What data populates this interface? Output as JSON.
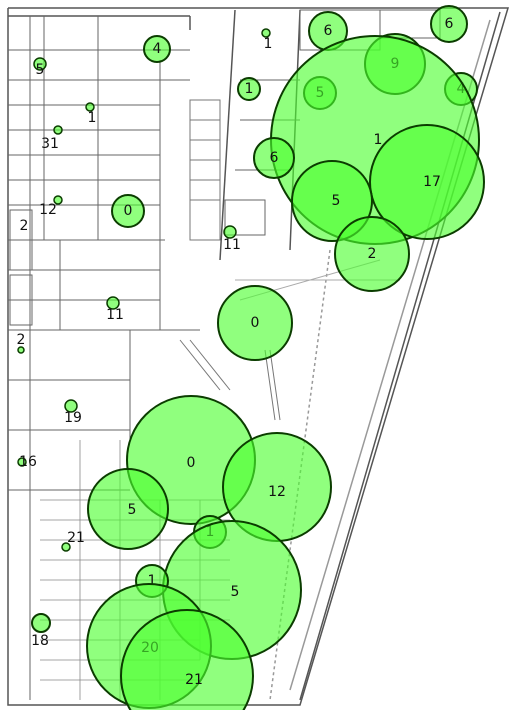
{
  "map": {
    "background": "#ffffff",
    "colors": {
      "bubble_fill": "#4cff2e",
      "bubble_fill_opacity": 0.62,
      "bubble_stroke": "#0b3d00",
      "plan_line": "#555555",
      "plan_light": "#bbbbbb",
      "label": "#111111"
    },
    "markers": [
      {
        "label": "6"
      },
      {
        "label": "1"
      },
      {
        "label": "6"
      },
      {
        "label": "4"
      },
      {
        "label": "9"
      },
      {
        "label": "5"
      },
      {
        "label": "5"
      },
      {
        "label": "4"
      },
      {
        "label": "1"
      },
      {
        "label": "1"
      },
      {
        "label": "31"
      },
      {
        "label": "1"
      },
      {
        "label": "6"
      },
      {
        "label": "17"
      },
      {
        "label": "12"
      },
      {
        "label": "5"
      },
      {
        "label": "0"
      },
      {
        "label": "2"
      },
      {
        "label": "11"
      },
      {
        "label": "2"
      },
      {
        "label": "11"
      },
      {
        "label": "0"
      },
      {
        "label": "2"
      },
      {
        "label": "19"
      },
      {
        "label": "0"
      },
      {
        "label": "16"
      },
      {
        "label": "12"
      },
      {
        "label": "5"
      },
      {
        "label": "1"
      },
      {
        "label": "21"
      },
      {
        "label": "5"
      },
      {
        "label": "1"
      },
      {
        "label": "18"
      },
      {
        "label": "20"
      },
      {
        "label": "21"
      }
    ]
  }
}
